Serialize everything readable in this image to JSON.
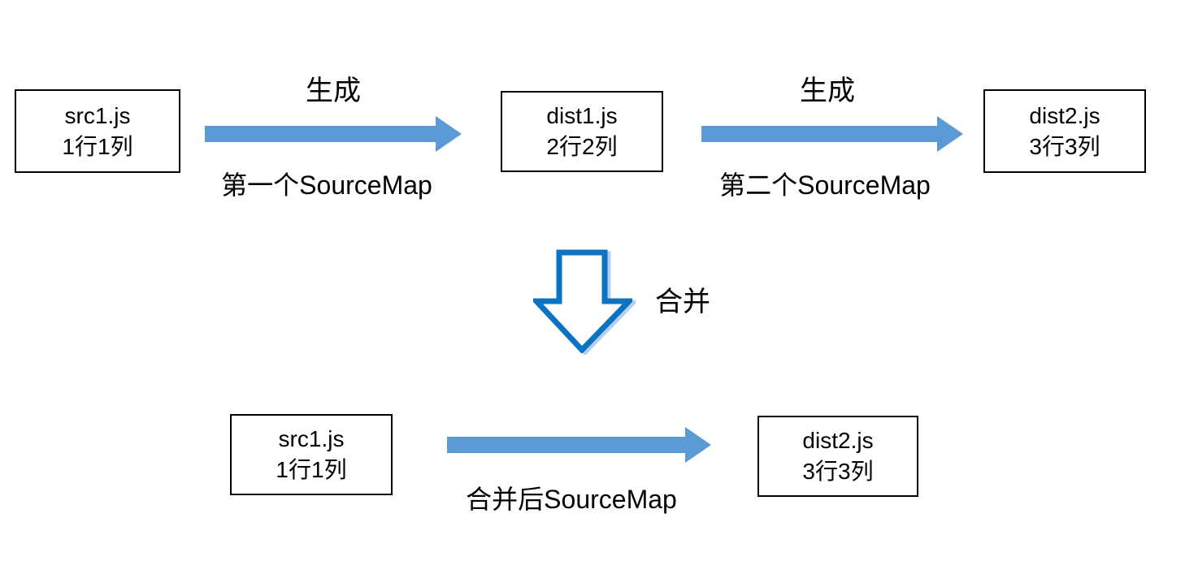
{
  "diagram": {
    "title_semantic": "sourcemap-merge-flow",
    "colors": {
      "flow_arrow_fill": "#5b9bd5",
      "merge_arrow_outline": "#0c72c2",
      "box_border": "#000000",
      "text": "#000000",
      "background": "#ffffff"
    },
    "top_flow": {
      "nodes": [
        {
          "title": "src1.js",
          "subtitle": "1行1列"
        },
        {
          "title": "dist1.js",
          "subtitle": "2行2列"
        },
        {
          "title": "dist2.js",
          "subtitle": "3行3列"
        }
      ],
      "edges": [
        {
          "label_above": "生成",
          "label_below": "第一个SourceMap"
        },
        {
          "label_above": "生成",
          "label_below": "第二个SourceMap"
        }
      ]
    },
    "merge": {
      "label": "合并"
    },
    "bottom_flow": {
      "nodes": [
        {
          "title": "src1.js",
          "subtitle": "1行1列"
        },
        {
          "title": "dist2.js",
          "subtitle": "3行3列"
        }
      ],
      "edges": [
        {
          "label_below": "合并后SourceMap"
        }
      ]
    }
  }
}
